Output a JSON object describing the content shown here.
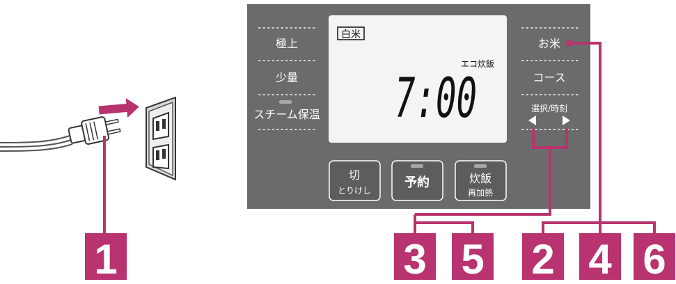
{
  "left_menu": {
    "item1": "極上",
    "item2": "少量",
    "item3": "スチーム保温"
  },
  "display": {
    "mode_badge": "白米",
    "course": "エコ炊飯",
    "time": "7:00"
  },
  "right_menu": {
    "item1": "お米",
    "item2": "コース",
    "item3": "選択/時刻"
  },
  "buttons": {
    "off": {
      "main": "切",
      "sub": "とりけし"
    },
    "timer": {
      "main": "予約"
    },
    "cook": {
      "main": "炊飯",
      "sub": "再加熱"
    }
  },
  "steps": [
    "1",
    "3",
    "5",
    "2",
    "4",
    "6"
  ],
  "colors": {
    "accent": "#b8336f",
    "panel": "#6b6b6b",
    "display_bg": "#f4f4f4",
    "wall_plate": "#e8e8e8"
  }
}
